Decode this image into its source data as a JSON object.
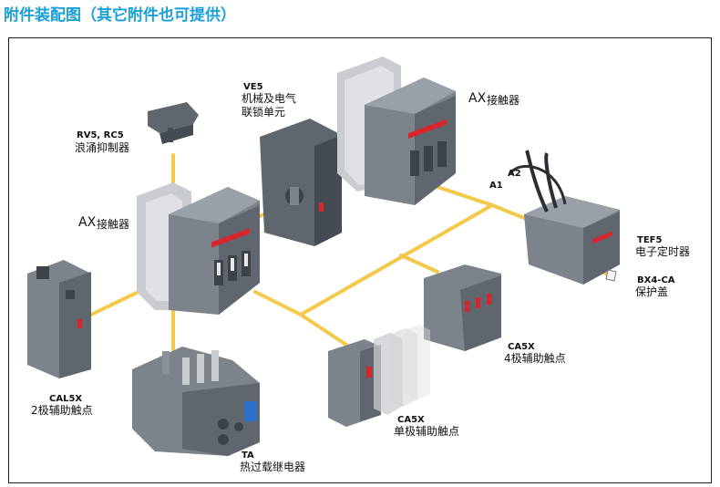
{
  "title": "附件装配图（其它附件也可提供）",
  "labels": {
    "ve5": {
      "code": "VE5",
      "line1": "机械及电气",
      "line2": "联锁单元"
    },
    "rv5": {
      "code": "RV5, RC5",
      "name": "浪涌抑制器"
    },
    "ax_left": {
      "code": "AX",
      "name": "接触器"
    },
    "ax_top": {
      "code": "AX",
      "name": "接触器"
    },
    "a1": "A1",
    "a2": "A2",
    "tef5": {
      "code": "TEF5",
      "name": "电子定时器"
    },
    "bx4": {
      "code": "BX4-CA",
      "name": "保护盖"
    },
    "cal5x": {
      "code": "CAL5X",
      "name": "2极辅助触点"
    },
    "ca5x_4": {
      "code": "CA5X",
      "name": "4极辅助触点"
    },
    "ca5x_1": {
      "code": "CA5X",
      "name": "单极辅助触点"
    },
    "ta": {
      "code": "TA",
      "name": "热过载继电器"
    }
  },
  "colors": {
    "title": "#1aa0d8",
    "connector": "#f3c94a",
    "body_dark": "#5f666e",
    "body_mid": "#7c838b",
    "body_light": "#c9ccd0",
    "accent_red": "#d7262c",
    "accent_blue": "#2c6fc9"
  }
}
